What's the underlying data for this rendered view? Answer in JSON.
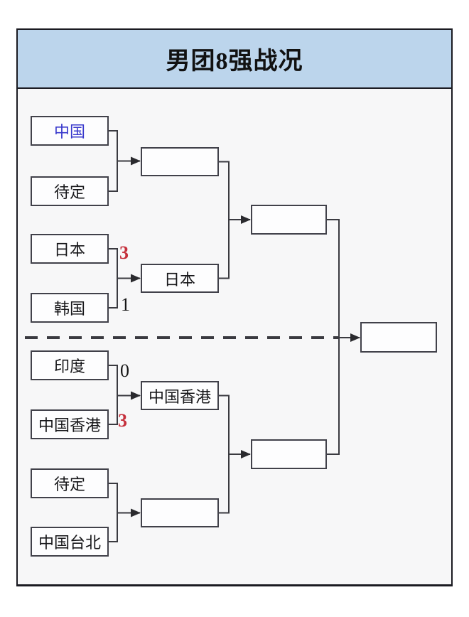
{
  "title": "男团8强战况",
  "colors": {
    "header_bg": "#bcd5ec",
    "panel_bg": "#f7f7f8",
    "border_dark": "#1b1b22",
    "line": "#3a3a40",
    "team_blue": "#3838cc",
    "score_red": "#c5303c"
  },
  "bracket": {
    "quarterfinals": [
      {
        "team_a": "中国",
        "team_b": "待定",
        "score_a": "",
        "score_b": "",
        "winner": ""
      },
      {
        "team_a": "日本",
        "team_b": "韩国",
        "score_a": "3",
        "score_b": "1",
        "winner": "日本"
      },
      {
        "team_a": "印度",
        "team_b": "中国香港",
        "score_a": "0",
        "score_b": "3",
        "winner": "中国香港"
      },
      {
        "team_a": "待定",
        "team_b": "中国台北",
        "score_a": "",
        "score_b": "",
        "winner": ""
      }
    ],
    "semifinals": [
      {
        "winner": ""
      },
      {
        "winner": ""
      }
    ],
    "final": {
      "winner": ""
    }
  }
}
